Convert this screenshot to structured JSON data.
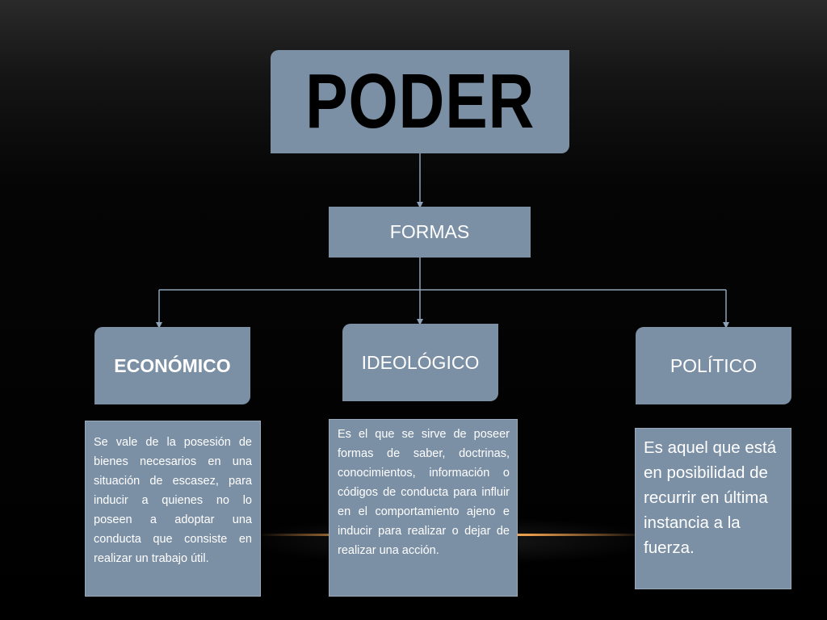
{
  "root": {
    "label": "PODER"
  },
  "mid": {
    "label": "FORMAS"
  },
  "categories": [
    {
      "label": "ECONÓMICO"
    },
    {
      "label": "IDEOLÓGICO"
    },
    {
      "label": "POLÍTICO"
    }
  ],
  "descriptions": [
    {
      "text": "Se vale de la posesión de bienes necesarios en una situación de escasez, para inducir a quienes no lo poseen a adoptar una conducta que consiste en realizar un trabajo útil."
    },
    {
      "text": "Es el que se sirve de poseer formas de saber, doctrinas, conocimientos, información o códigos de conducta para influir en el comportamiento ajeno e inducir para realizar o dejar de realizar una acción."
    },
    {
      "text": "Es aquel que está en posibilidad de recurrir en última instancia a la fuerza."
    }
  ],
  "colors": {
    "box_fill": "#7b8fa5",
    "connector": "#8fa3b8",
    "background": "#000000",
    "root_text": "#000000",
    "box_text": "#ffffff"
  }
}
